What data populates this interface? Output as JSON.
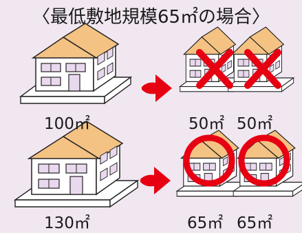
{
  "title": {
    "open": "〈",
    "text": "最低敷地規模65㎡の場合",
    "close": "〉"
  },
  "rows": [
    {
      "before": {
        "area": "100㎡"
      },
      "after": [
        {
          "area": "50㎡"
        },
        {
          "area": "50㎡"
        }
      ],
      "verdict": "not-allowed",
      "verdict_icon": "cross-mark-icon"
    },
    {
      "before": {
        "area": "130㎡"
      },
      "after": [
        {
          "area": "65㎡"
        },
        {
          "area": "65㎡"
        }
      ],
      "verdict": "allowed",
      "verdict_icon": "circle-mark-icon"
    }
  ],
  "colors": {
    "background": "#f1e7f0",
    "roof": "#f4c283",
    "wall": "#ffffff",
    "window": "#e9d9ee",
    "outline": "#222222",
    "arrow": "#e60012",
    "mark": "#e60012"
  }
}
